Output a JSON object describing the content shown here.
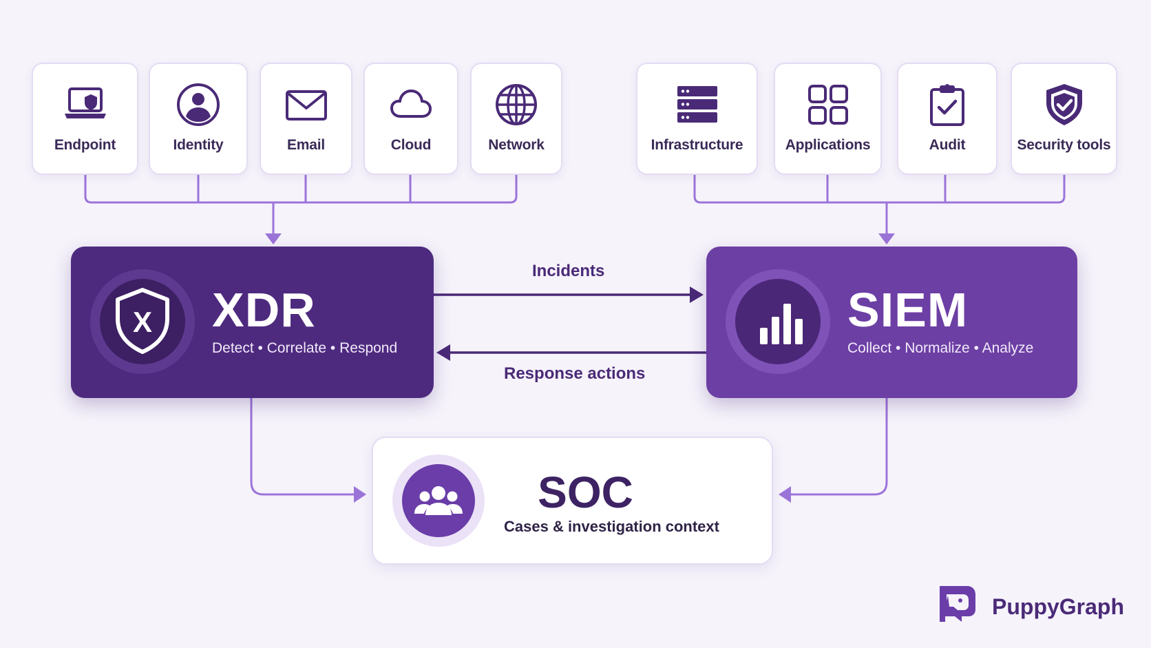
{
  "sources_left": [
    {
      "label": "Endpoint",
      "icon": "laptop-shield-icon"
    },
    {
      "label": "Identity",
      "icon": "user-icon"
    },
    {
      "label": "Email",
      "icon": "envelope-icon"
    },
    {
      "label": "Cloud",
      "icon": "cloud-icon"
    },
    {
      "label": "Network",
      "icon": "globe-icon"
    }
  ],
  "sources_right": [
    {
      "label": "Infrastructure",
      "icon": "server-icon"
    },
    {
      "label": "Applications",
      "icon": "app-grid-icon"
    },
    {
      "label": "Audit",
      "icon": "clipboard-check-icon"
    },
    {
      "label": "Security tools",
      "icon": "shield-check-icon"
    }
  ],
  "xdr": {
    "title": "XDR",
    "subtitle": "Detect • Correlate • Respond",
    "emblem_icon": "shield-x-icon",
    "emblem_letter": "X",
    "color": "#4e2a7f"
  },
  "siem": {
    "title": "SIEM",
    "subtitle": "Collect • Normalize • Analyze",
    "emblem_icon": "bar-chart-icon",
    "color": "#6c3fa4"
  },
  "flows": {
    "incidents": "Incidents",
    "response_actions": "Response actions"
  },
  "soc": {
    "title": "SOC",
    "subtitle": "Cases & investigation context",
    "icon": "team-icon"
  },
  "brand": {
    "name": "PuppyGraph",
    "icon": "puppygraph-logo-icon"
  },
  "colors": {
    "background": "#f6f3fb",
    "connector": "#9b74d8",
    "arrow_dark": "#4a2a77",
    "icon": "#4a2a77"
  }
}
